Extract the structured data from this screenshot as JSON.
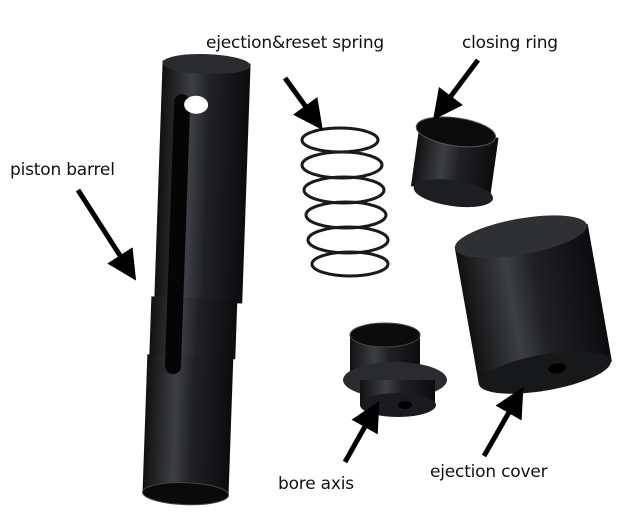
{
  "labels": {
    "spring": "ejection&reset spring",
    "closing_ring": "closing ring",
    "piston_barrel": "piston barrel",
    "bore_axis": "bore axis",
    "ejection_cover": "ejection cover"
  },
  "colors": {
    "part": "#1c1d20",
    "highlight": "#4a4c52",
    "arrow": "#000000",
    "background": "#ffffff"
  }
}
